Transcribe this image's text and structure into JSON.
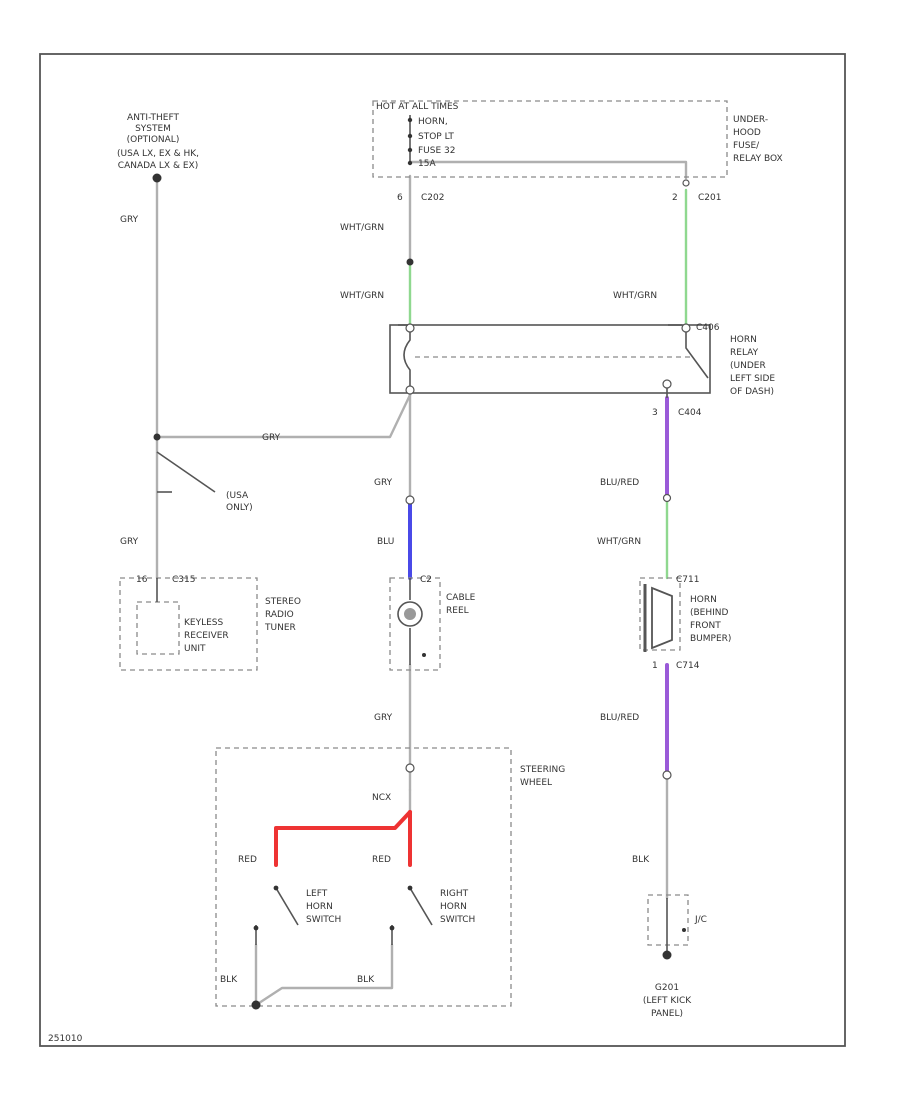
{
  "colors": {
    "wire_gray": "#b0b0b0",
    "wire_green": "#8fd88f",
    "wire_blue": "#4a4ae8",
    "wire_purple": "#9a5ad8",
    "wire_red": "#ee3333",
    "frame": "#555555",
    "dashed": "#8a8a8a"
  },
  "anti_theft": {
    "lines": [
      "ANTI-THEFT",
      "SYSTEM",
      "(OPTIONAL)",
      "(USA LX, EX & HK,",
      "CANADA LX & EX)"
    ]
  },
  "fuse_box": {
    "header": "HOT AT ALL TIMES",
    "fuse_lines": [
      "HORN,",
      "STOP LT",
      "FUSE 32",
      "15A"
    ],
    "location_lines": [
      "UNDER-",
      "HOOD",
      "FUSE/",
      "RELAY BOX"
    ]
  },
  "connectors": {
    "c202_pin": "6",
    "c202": "C202",
    "c201_pin": "2",
    "c201": "C201",
    "c404_pin": "3",
    "c404": "C404",
    "c406": "C406",
    "c2": "C2",
    "c315_pin": "16",
    "c315": "C315",
    "c711": "C711",
    "c714_pin": "1",
    "c714": "C714"
  },
  "wire_labels": {
    "gry_top_left": "GRY",
    "wht_grn_1": "WHT/GRN",
    "wht_grn_2": "WHT/GRN",
    "wht_grn_3": "WHT/GRN",
    "wht_grn_4": "WHT/GRN",
    "gry_mid": "GRY",
    "gry_center": "GRY",
    "blu": "BLU",
    "blu_red_1": "BLU/RED",
    "blu_red_2": "BLU/RED",
    "gry_left_low": "GRY",
    "gry_steering": "GRY",
    "ncx": "NCX",
    "red_left": "RED",
    "red_right": "RED",
    "blk_right": "BLK",
    "blk_bottom_left": "BLK",
    "blk_bottom_mid": "BLK"
  },
  "horn_relay": {
    "lines": [
      "HORN",
      "RELAY",
      "(UNDER",
      "LEFT SIDE",
      "OF DASH)"
    ]
  },
  "usa_only": {
    "lines": [
      "(USA",
      "ONLY)"
    ]
  },
  "stereo": {
    "outer_lines": [
      "STEREO",
      "RADIO",
      "TUNER"
    ],
    "inner_lines": [
      "KEYLESS",
      "RECEIVER",
      "UNIT"
    ]
  },
  "cable_reel": {
    "lines": [
      "CABLE",
      "REEL"
    ]
  },
  "horn": {
    "lines": [
      "HORN",
      "(BEHIND",
      "FRONT",
      "BUMPER)"
    ]
  },
  "steering": {
    "lines": [
      "STEERING",
      "WHEEL"
    ]
  },
  "left_switch": {
    "lines": [
      "LEFT",
      "HORN",
      "SWITCH"
    ]
  },
  "right_switch": {
    "lines": [
      "RIGHT",
      "HORN",
      "SWITCH"
    ]
  },
  "jc": {
    "label": "J/C"
  },
  "ground": {
    "lines": [
      "G201",
      "(LEFT KICK",
      "PANEL)"
    ]
  },
  "footer": {
    "code": "251010"
  }
}
